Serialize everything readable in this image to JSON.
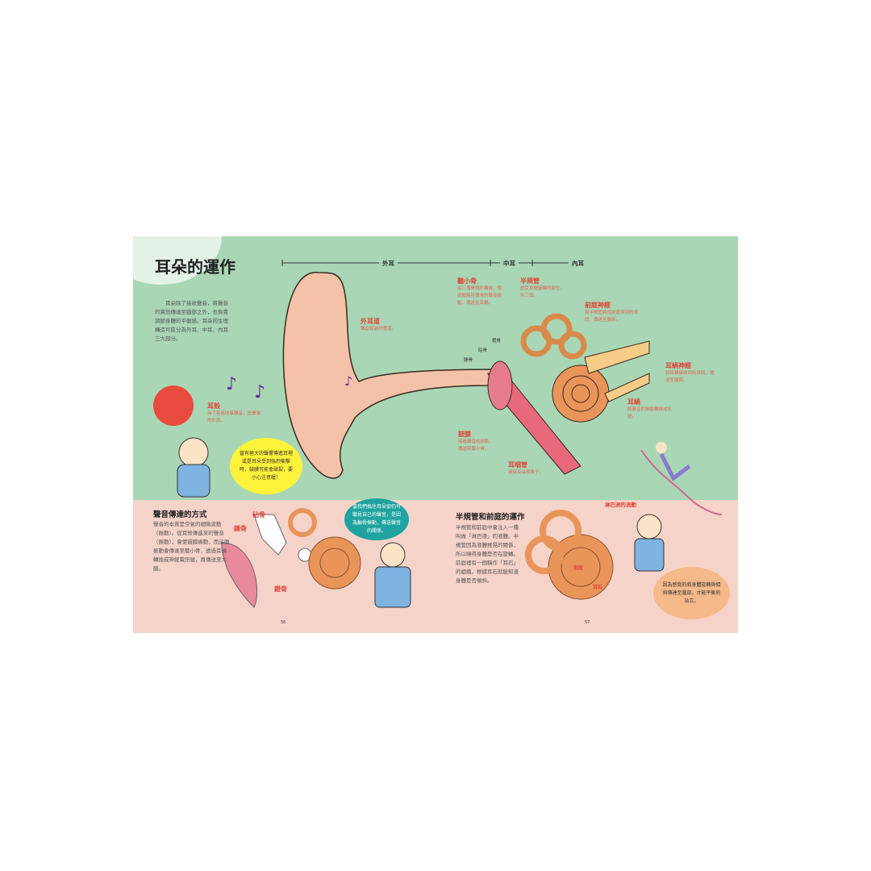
{
  "title": "耳朵的運作",
  "intro": "耳朵除了接收聲音，將聲音的資訊傳達至腦部之外，也負責調節身體的平衡感。耳朵的生理構造可區分為外耳、中耳、內耳三大部分。",
  "sections": {
    "outer": "外耳",
    "middle": "中耳",
    "inner": "內耳"
  },
  "labels": [
    {
      "name": "耳殼",
      "desc": "為了容易收集聲音，呈擴張的形狀。"
    },
    {
      "name": "外耳道",
      "desc": "聲音經過的管道。"
    },
    {
      "name": "聽小骨",
      "desc": "由三塊骨頭所構成，傳遞鼓膜所傳來的聲音振動，傳送至耳蝸。"
    },
    {
      "name": "半規管",
      "desc": "感受身體旋轉的部位，共三個。"
    },
    {
      "name": "前庭神經",
      "desc": "和半規管將從前庭得到的資訊，傳送至腦部。"
    },
    {
      "name": "耳蝸神經",
      "desc": "將耳蝸接收到的資訊，傳送至腦部。"
    },
    {
      "name": "耳蝸",
      "desc": "將聲音的振動轉換成訊號。"
    },
    {
      "name": "鼓膜",
      "desc": "接收聲音的振動，傳送到聽小骨。"
    },
    {
      "name": "耳咽管",
      "desc": "連接耳朵和鼻子。"
    }
  ],
  "ossicles": {
    "stapes": "鐙骨",
    "incus": "砧骨",
    "malleus": "錘骨"
  },
  "warning_bubble": "當有極大的聲響傳進耳裡或是耳朵受到強烈衝擊時，鼓膜可能會破裂，要小心注意喔！",
  "sound": {
    "heading": "聲音傳達的方式",
    "body": "聲音的本質是空氣的細微波動（振動）。從耳殼傳進來的聲音（振動），會使鼓膜振動，而這個振動會傳達至聽小骨，透過耳蝸轉換成神經電訊號，再傳送至大腦。",
    "incus": "砧骨",
    "malleus": "錘骨",
    "stapes": "鐙骨"
  },
  "bone_bubble": "當我們摀住耳朵卻仍可聽見自己的聲音，是因為顱骨振動，傳送聲音的關係。",
  "balance": {
    "heading": "半規管和前庭的運作",
    "body": "半規管和前庭中會注入一種叫做「淋巴液」的液體。半規管因為液體搖晃的關係，所以曉得身體是否在旋轉。前庭裡有一個稱作「耳石」的組織，根據耳石就能知道身體是否傾斜。",
    "flow": "淋巴液的流動",
    "vestibule": "前庭",
    "otolith": "耳石"
  },
  "balance_bubble": "因為感覺的將身體旋轉與傾斜傳達至腦部，才能平衡的站立。",
  "page_numbers": [
    "56",
    "57"
  ],
  "colors": {
    "green": "#a9d6b4",
    "pink": "#f6d3c9",
    "label_red": "#e0443a",
    "skin": "#f4c2a8",
    "cochlea": "#e9955a"
  }
}
